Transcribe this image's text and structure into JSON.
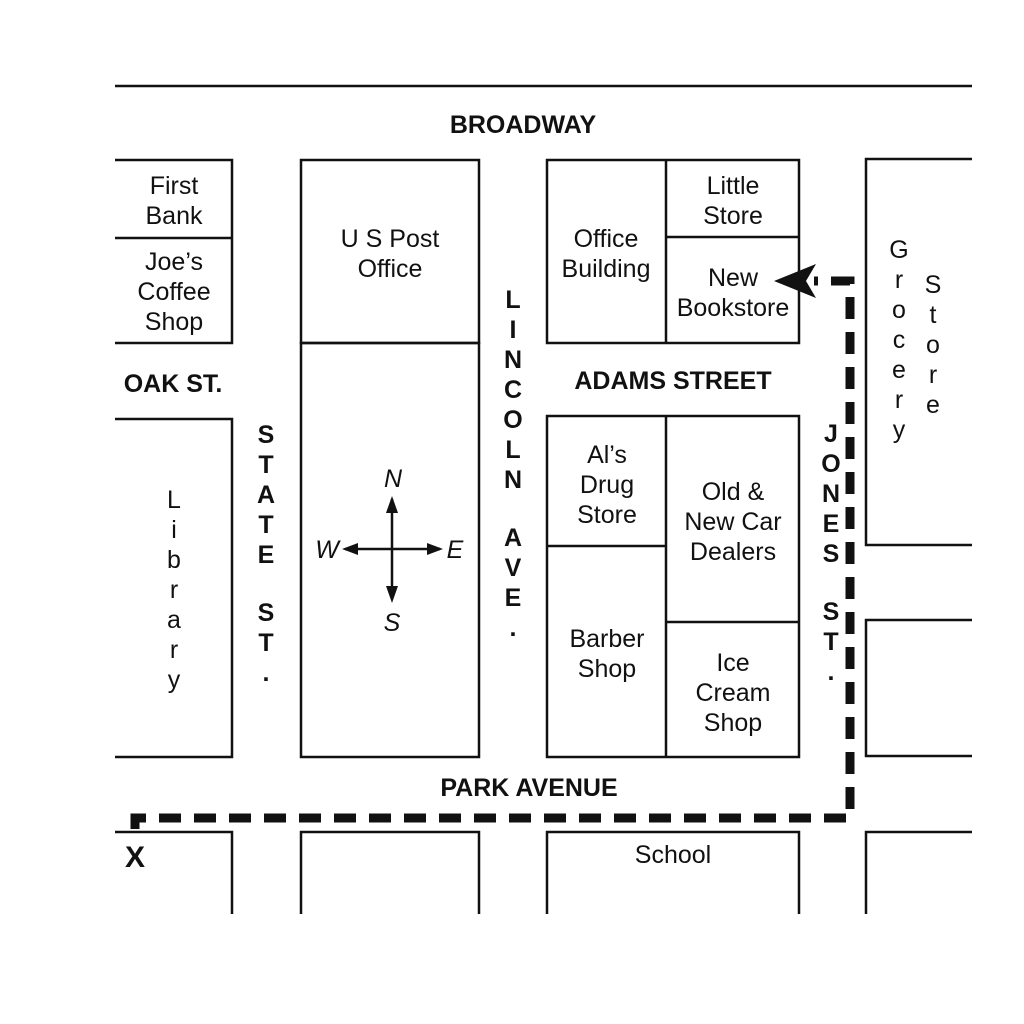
{
  "streets": {
    "broadway": "BROADWAY",
    "adams": "ADAMS STREET",
    "park": "PARK AVENUE",
    "oak": "OAK ST.",
    "state": "STATE ST.",
    "lincoln": "LINCOLN AVE.",
    "jones": "JONES ST."
  },
  "buildings": {
    "first_bank": [
      "First",
      "Bank"
    ],
    "joes_coffee": [
      "Joe’s",
      "Coffee",
      "Shop"
    ],
    "post_office": [
      "U S Post",
      "Office"
    ],
    "office_building": [
      "Office",
      "Building"
    ],
    "little_store": [
      "Little",
      "Store"
    ],
    "new_bookstore": [
      "New",
      "Bookstore"
    ],
    "grocery": "Grocery",
    "store": "Store",
    "library": "Library",
    "als_drug": [
      "Al’s",
      "Drug",
      "Store"
    ],
    "car_dealers": [
      "Old &",
      "New Car",
      "Dealers"
    ],
    "barber": [
      "Barber",
      "Shop"
    ],
    "ice_cream": [
      "Ice",
      "Cream",
      "Shop"
    ],
    "school": "School"
  },
  "compass": {
    "n": "N",
    "s": "S",
    "e": "E",
    "w": "W"
  },
  "route": {
    "start_marker": "X",
    "destination": "New Bookstore"
  }
}
